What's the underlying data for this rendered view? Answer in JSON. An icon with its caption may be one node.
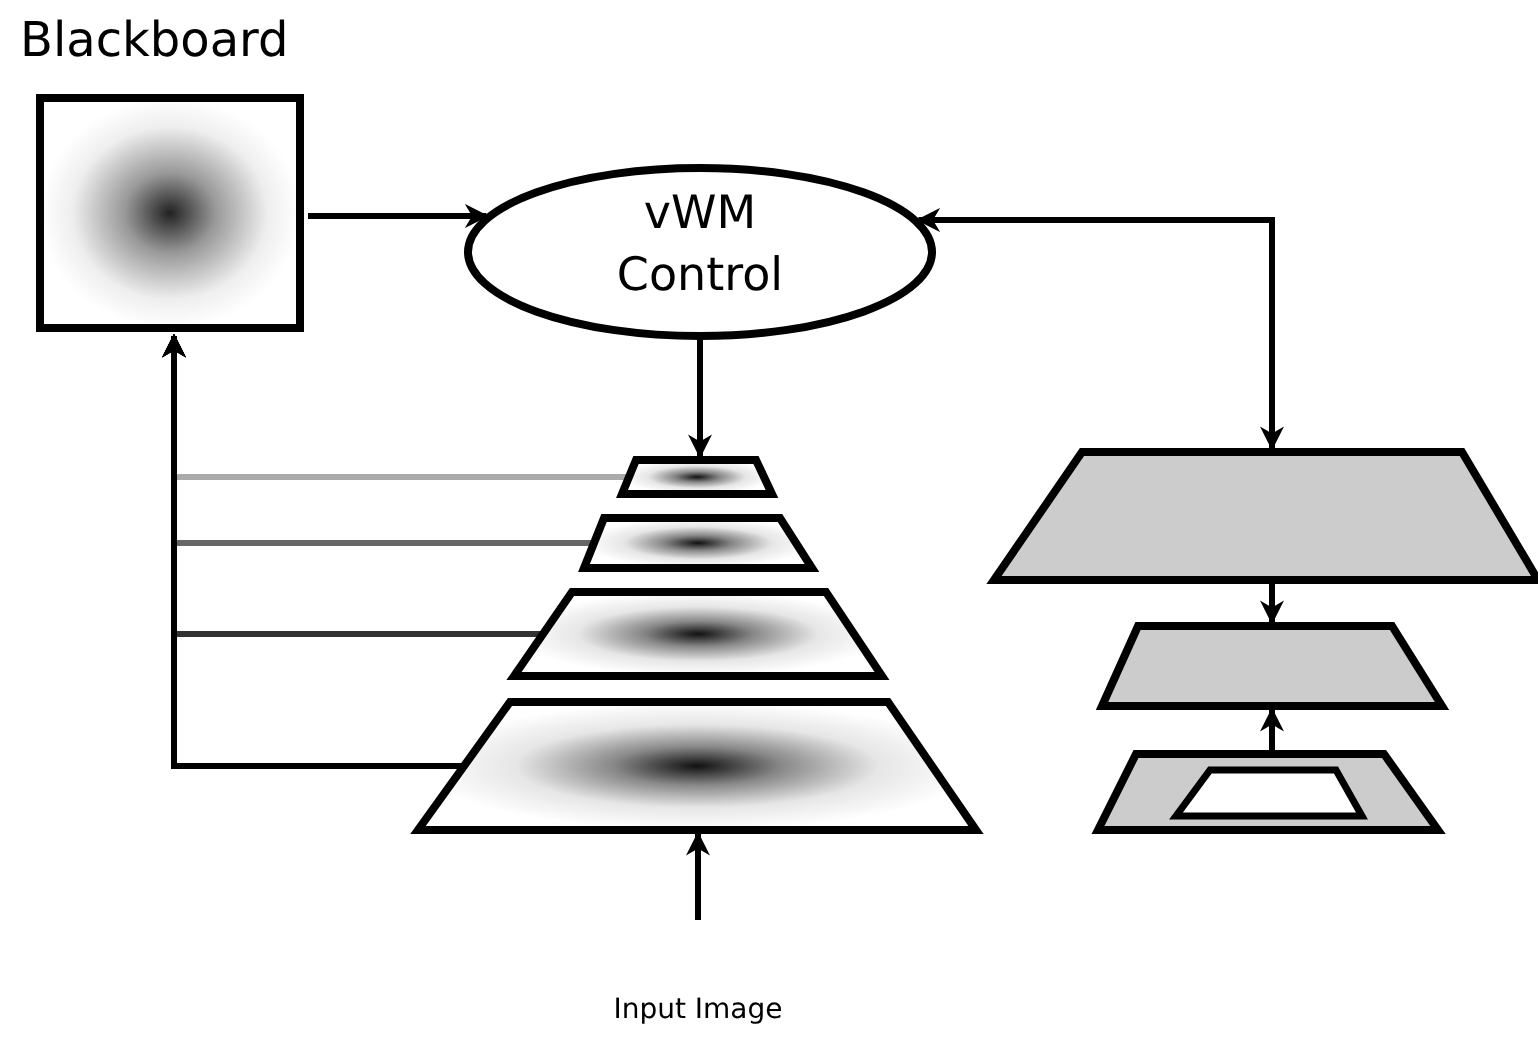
{
  "diagram": {
    "nodes": [
      {
        "text": [
          "Blackboard"
        ]
      },
      {
        "text": [
          "vWM Control"
        ]
      },
      {
        "text": [],
        "shape": "trapezoid"
      },
      {
        "text": [],
        "shape": "trapezoid"
      },
      {
        "text": [],
        "shape": "trapezoid"
      },
      {
        "text": [],
        "shape": "trapezoid"
      },
      {
        "text": [],
        "shape": "trapezoid"
      },
      {
        "text": [],
        "shape": "trapezoid"
      },
      {
        "text": [],
        "shape": "trapezoid"
      },
      {
        "text": [
          "Input Image"
        ]
      }
    ],
    "edges": [
      {
        "from": 0,
        "to": 1,
        "arrow": "to"
      },
      {
        "from": 1,
        "to": 2,
        "arrow": "to"
      },
      {
        "from": 6,
        "to": 1,
        "arrow": "both"
      },
      {
        "from": 6,
        "to": 7,
        "arrow": "to"
      },
      {
        "from": 8,
        "to": 7,
        "arrow": "to"
      },
      {
        "from": 9,
        "to": 5,
        "arrow": "to"
      },
      {
        "from": 2,
        "to": 0,
        "arrow": "to",
        "color": "#aaaaaa"
      },
      {
        "from": 3,
        "to": 0,
        "arrow": "to",
        "color": "#666666"
      },
      {
        "from": 4,
        "to": 0,
        "arrow": "to",
        "color": "#333333"
      },
      {
        "from": 5,
        "to": 0,
        "arrow": "to"
      }
    ]
  }
}
